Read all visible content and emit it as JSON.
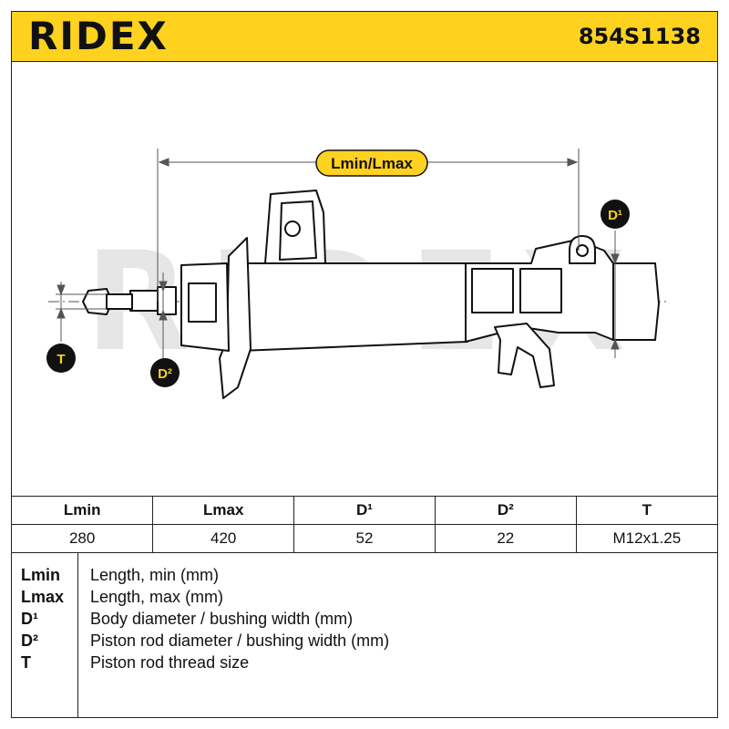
{
  "header": {
    "brand": "RIDEX",
    "part_number": "854S1138",
    "background_color": "#ffd21f"
  },
  "drawing": {
    "dimension_labels": {
      "length": "Lmin/Lmax",
      "body_diameter": "D¹",
      "rod_diameter": "D²",
      "thread": "T"
    },
    "watermark": "RIDEX",
    "label_color": "#ffd21f"
  },
  "spec_table": {
    "headers": [
      "Lmin",
      "Lmax",
      "D¹",
      "D²",
      "T"
    ],
    "values": [
      "280",
      "420",
      "52",
      "22",
      "M12x1.25"
    ]
  },
  "legend": [
    {
      "key": "Lmin",
      "description": "Length, min (mm)"
    },
    {
      "key": "Lmax",
      "description": "Length, max (mm)"
    },
    {
      "key": "D¹",
      "description": "Body diameter / bushing width (mm)"
    },
    {
      "key": "D²",
      "description": "Piston rod diameter / bushing width (mm)"
    },
    {
      "key": "T",
      "description": "Piston rod thread size"
    }
  ]
}
